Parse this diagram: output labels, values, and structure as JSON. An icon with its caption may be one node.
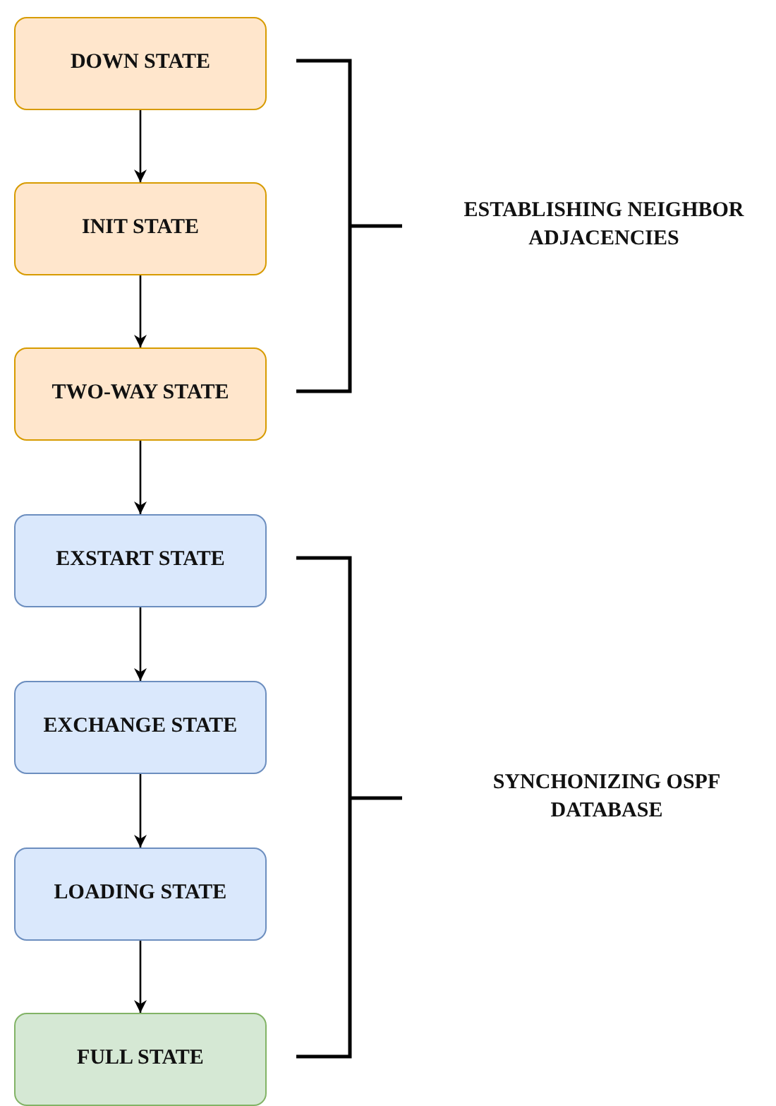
{
  "diagram": {
    "nodes": [
      {
        "text": [
          "DOWN STATE"
        ]
      },
      {
        "text": [
          "INIT STATE"
        ]
      },
      {
        "text": [
          "TWO-WAY STATE"
        ]
      },
      {
        "text": [
          "EXSTART STATE"
        ]
      },
      {
        "text": [
          "EXCHANGE STATE"
        ]
      },
      {
        "text": [
          "LOADING STATE"
        ]
      },
      {
        "text": [
          "FULL STATE"
        ]
      }
    ],
    "edges": [
      {
        "from": 0,
        "to": 1,
        "arrow": "to"
      },
      {
        "from": 1,
        "to": 2,
        "arrow": "to"
      },
      {
        "from": 2,
        "to": 3,
        "arrow": "to"
      },
      {
        "from": 3,
        "to": 4,
        "arrow": "to"
      },
      {
        "from": 4,
        "to": 5,
        "arrow": "to"
      },
      {
        "from": 5,
        "to": 6,
        "arrow": "to"
      }
    ],
    "labels": [
      "ESTABLISHING NEIGHBOR ADJACENCIES",
      "SYNCHONIZING OSPF DATABASE"
    ]
  }
}
